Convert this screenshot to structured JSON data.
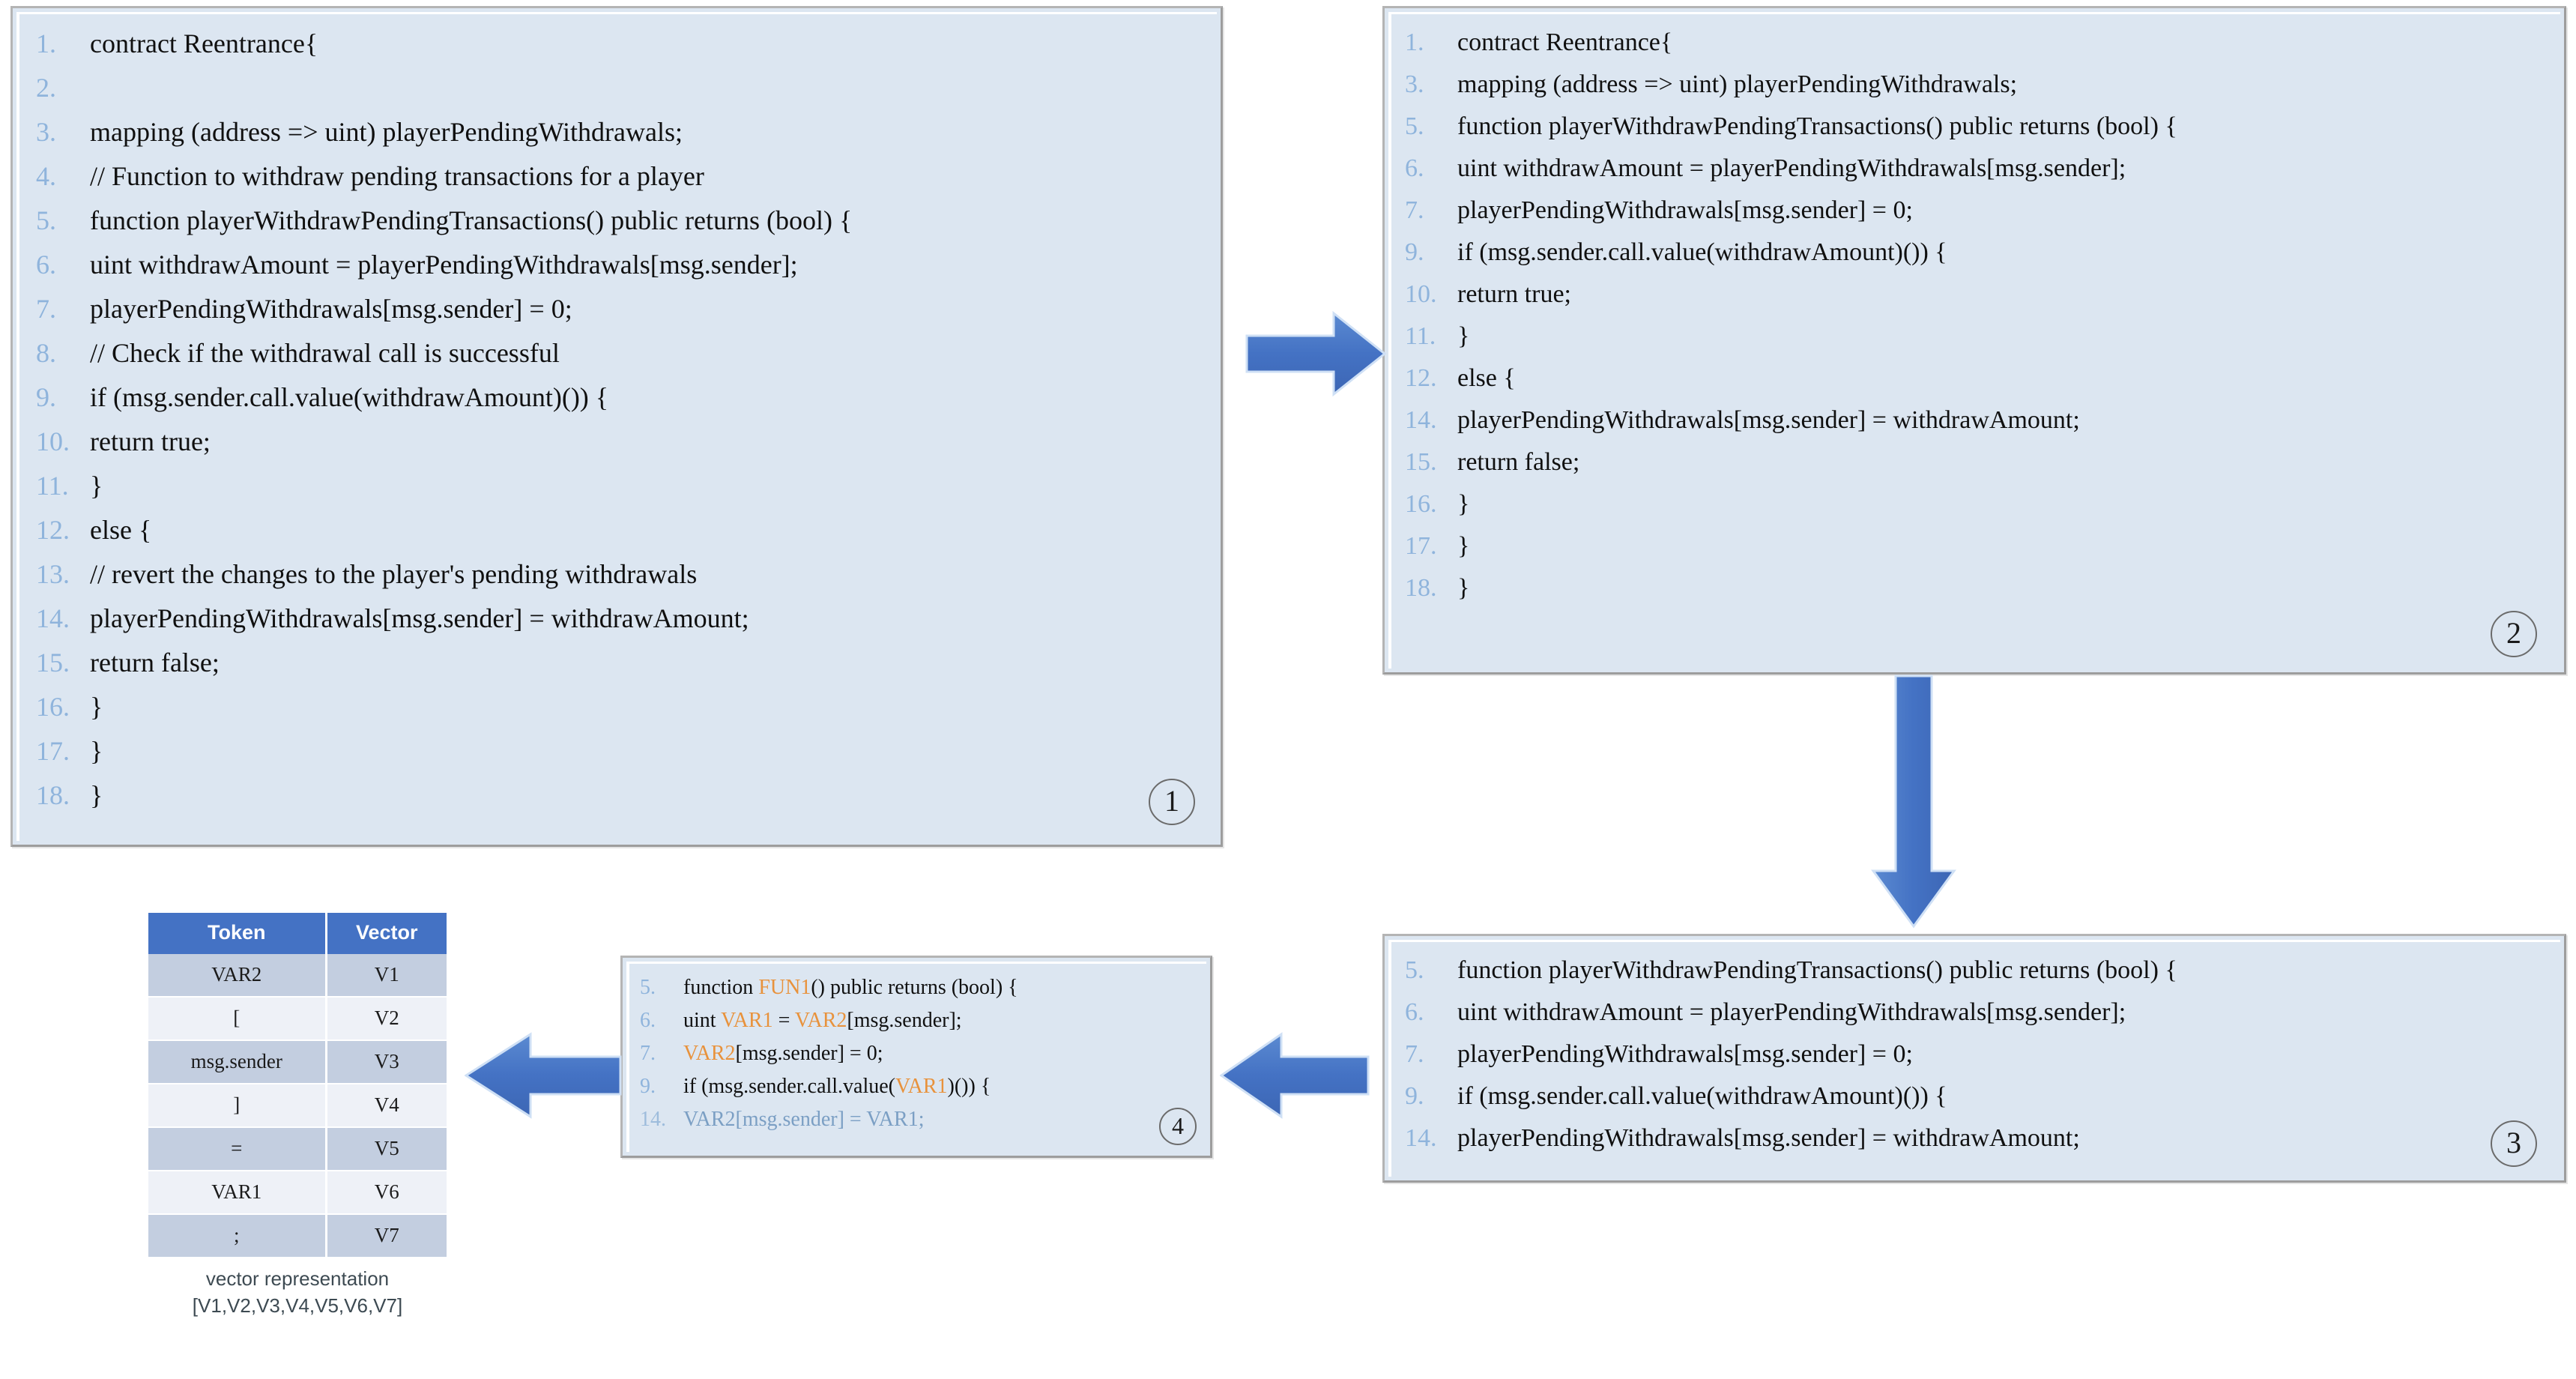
{
  "colors": {
    "panel_bg": "#dce6f1",
    "panel_border": "#9d9d9d",
    "line_number": "#8fb4dc",
    "arrow": "#4472c4",
    "table_header_bg": "#4472c4",
    "token_highlight": "#e8923c",
    "abstracted_line": "#7b9fc4"
  },
  "panels": [
    {
      "id": "panel-1",
      "badge": "1",
      "lines": [
        {
          "n": "1.",
          "code": "contract Reentrance{"
        },
        {
          "n": "2.",
          "code": ""
        },
        {
          "n": "3.",
          "code": "mapping (address => uint) playerPendingWithdrawals;"
        },
        {
          "n": "4.",
          "code": "// Function to withdraw pending transactions for a player"
        },
        {
          "n": "5.",
          "code": "function playerWithdrawPendingTransactions() public returns (bool) {"
        },
        {
          "n": "6.",
          "code": "uint withdrawAmount = playerPendingWithdrawals[msg.sender];"
        },
        {
          "n": "7.",
          "code": "playerPendingWithdrawals[msg.sender] = 0;"
        },
        {
          "n": "8.",
          "code": "// Check if the withdrawal call is successful"
        },
        {
          "n": "9.",
          "code": "if (msg.sender.call.value(withdrawAmount)()) {"
        },
        {
          "n": "10.",
          "code": "return true;"
        },
        {
          "n": "11.",
          "code": "}"
        },
        {
          "n": "12.",
          "code": "else {"
        },
        {
          "n": "13.",
          "code": "// revert the changes to the player's pending withdrawals"
        },
        {
          "n": "14.",
          "code": "playerPendingWithdrawals[msg.sender] = withdrawAmount;"
        },
        {
          "n": "15.",
          "code": "return false;"
        },
        {
          "n": "16.",
          "code": "}"
        },
        {
          "n": "17.",
          "code": "}"
        },
        {
          "n": "18.",
          "code": "}"
        }
      ]
    },
    {
      "id": "panel-2",
      "badge": "2",
      "lines": [
        {
          "n": "1.",
          "code": "contract Reentrance{"
        },
        {
          "n": "3.",
          "code": "mapping (address => uint) playerPendingWithdrawals;"
        },
        {
          "n": "5.",
          "code": "function playerWithdrawPendingTransactions() public returns (bool) {"
        },
        {
          "n": "6.",
          "code": "uint withdrawAmount = playerPendingWithdrawals[msg.sender];"
        },
        {
          "n": "7.",
          "code": "playerPendingWithdrawals[msg.sender] = 0;"
        },
        {
          "n": "9.",
          "code": "if (msg.sender.call.value(withdrawAmount)()) {"
        },
        {
          "n": "10.",
          "code": "return true;"
        },
        {
          "n": "11.",
          "code": "}"
        },
        {
          "n": "12.",
          "code": "else {"
        },
        {
          "n": "14.",
          "code": "playerPendingWithdrawals[msg.sender] = withdrawAmount;"
        },
        {
          "n": "15.",
          "code": "return false;"
        },
        {
          "n": "16.",
          "code": "}"
        },
        {
          "n": "17.",
          "code": "}"
        },
        {
          "n": "18.",
          "code": "}"
        }
      ]
    },
    {
      "id": "panel-3",
      "badge": "3",
      "lines": [
        {
          "n": "5.",
          "code": "function playerWithdrawPendingTransactions() public returns (bool) {"
        },
        {
          "n": "6.",
          "code": "uint withdrawAmount = playerPendingWithdrawals[msg.sender];"
        },
        {
          "n": "7.",
          "code": "playerPendingWithdrawals[msg.sender] = 0;"
        },
        {
          "n": "9.",
          "code": "if (msg.sender.call.value(withdrawAmount)()) {"
        },
        {
          "n": "14.",
          "code": "playerPendingWithdrawals[msg.sender] = withdrawAmount;"
        }
      ]
    },
    {
      "id": "panel-4",
      "badge": "4",
      "lines": [
        {
          "n": "5.",
          "segments": [
            {
              "t": "function ",
              "c": "plain"
            },
            {
              "t": "FUN1",
              "c": "orange"
            },
            {
              "t": "() public returns (bool) {",
              "c": "plain"
            }
          ]
        },
        {
          "n": "6.",
          "segments": [
            {
              "t": "uint ",
              "c": "plain"
            },
            {
              "t": "VAR1",
              "c": "orange"
            },
            {
              "t": " = ",
              "c": "plain"
            },
            {
              "t": "VAR2",
              "c": "orange"
            },
            {
              "t": "[msg.sender];",
              "c": "plain"
            }
          ]
        },
        {
          "n": "7.",
          "segments": [
            {
              "t": "VAR2",
              "c": "orange"
            },
            {
              "t": "[msg.sender] = 0;",
              "c": "plain"
            }
          ]
        },
        {
          "n": "9.",
          "segments": [
            {
              "t": "if (msg.sender.call.value(",
              "c": "plain"
            },
            {
              "t": "VAR1",
              "c": "orange"
            },
            {
              "t": ")()) {",
              "c": "plain"
            }
          ]
        },
        {
          "n": "14.",
          "dim": true,
          "segments": [
            {
              "t": "VAR2[msg.sender] = VAR1;",
              "c": "dim"
            }
          ]
        }
      ]
    }
  ],
  "arrows": [
    {
      "name": "arrow-panel1-to-panel2",
      "direction": "right"
    },
    {
      "name": "arrow-panel2-to-panel3",
      "direction": "down"
    },
    {
      "name": "arrow-panel3-to-panel4",
      "direction": "left"
    },
    {
      "name": "arrow-panel4-to-token-table",
      "direction": "left"
    }
  ],
  "token_table": {
    "headers": [
      "Token",
      "Vector"
    ],
    "rows": [
      [
        "VAR2",
        "V1"
      ],
      [
        "[",
        "V2"
      ],
      [
        "msg.sender",
        "V3"
      ],
      [
        "]",
        "V4"
      ],
      [
        "=",
        "V5"
      ],
      [
        "VAR1",
        "V6"
      ],
      [
        ";",
        "V7"
      ]
    ],
    "caption_line1": "vector representation",
    "caption_line2": "[V1,V2,V3,V4,V5,V6,V7]"
  }
}
